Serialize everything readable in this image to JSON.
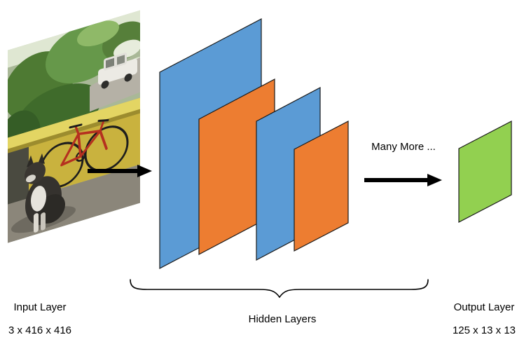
{
  "labels": {
    "many_more": "Many More ...",
    "input_title": "Input Layer",
    "input_dims": "3 x 416 x 416",
    "hidden_title": "Hidden Layers",
    "output_title": "Output Layer",
    "output_dims": "125 x 13 x 13"
  },
  "colors": {
    "hidden_blue": "#5B9BD5",
    "hidden_orange": "#ED7D31",
    "output_green": "#92D050",
    "arrow_black": "#000000"
  },
  "layers": [
    {
      "id": "hidden-layer-1",
      "type": "blue"
    },
    {
      "id": "hidden-layer-2",
      "type": "orange"
    },
    {
      "id": "hidden-layer-3",
      "type": "blue"
    },
    {
      "id": "hidden-layer-4",
      "type": "orange"
    },
    {
      "id": "output-layer",
      "type": "green"
    }
  ]
}
